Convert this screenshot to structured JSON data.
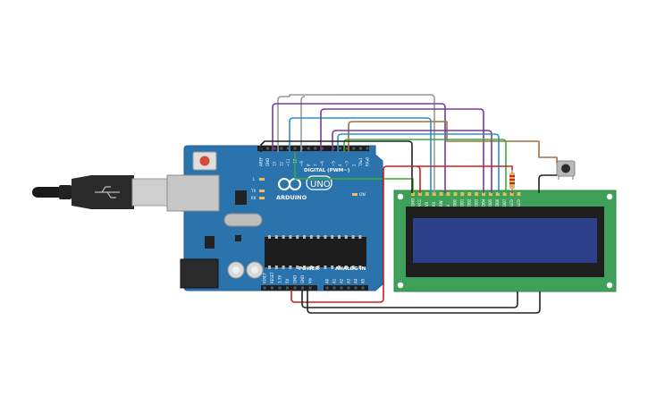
{
  "arduino": {
    "logo_text": "ARDUINO",
    "model": "UNO",
    "digital_label": "DIGITAL (PWM~)",
    "power_label": "POWER",
    "analog_label": "ANALOG IN",
    "on_label": "ON",
    "led_l": "L",
    "led_tx": "TX",
    "led_rx": "RX",
    "digital_pins": [
      "AREF",
      "GND",
      "13",
      "12",
      "~11",
      "~10",
      "~9",
      "8",
      "7",
      "~6",
      "~5",
      "4",
      "~3",
      "2",
      "TX▸1",
      "RX◂0"
    ],
    "power_pins": [
      "IOREF",
      "RESET",
      "3.3V",
      "5V",
      "GND",
      "GND",
      "Vin"
    ],
    "analog_pins": [
      "A0",
      "A1",
      "A2",
      "A3",
      "A4",
      "A5"
    ]
  },
  "lcd": {
    "pins": [
      "GND",
      "VCC",
      "V0",
      "RS",
      "RW",
      "E",
      "DB0",
      "DB1",
      "DB2",
      "DB3",
      "DB4",
      "DB5",
      "DB6",
      "DB7",
      "LED",
      "LED"
    ]
  },
  "colors": {
    "board": "#2b73ad",
    "lcd_pcb": "#3fa05a",
    "lcd_screen": "#2c3f8a",
    "wire_gray": "#9a9a9a",
    "wire_purple": "#7a3a9a",
    "wire_blue": "#2a8fd0",
    "wire_brown": "#a07040",
    "wire_green": "#3aaa35",
    "wire_black": "#222222",
    "wire_red": "#d12020"
  }
}
